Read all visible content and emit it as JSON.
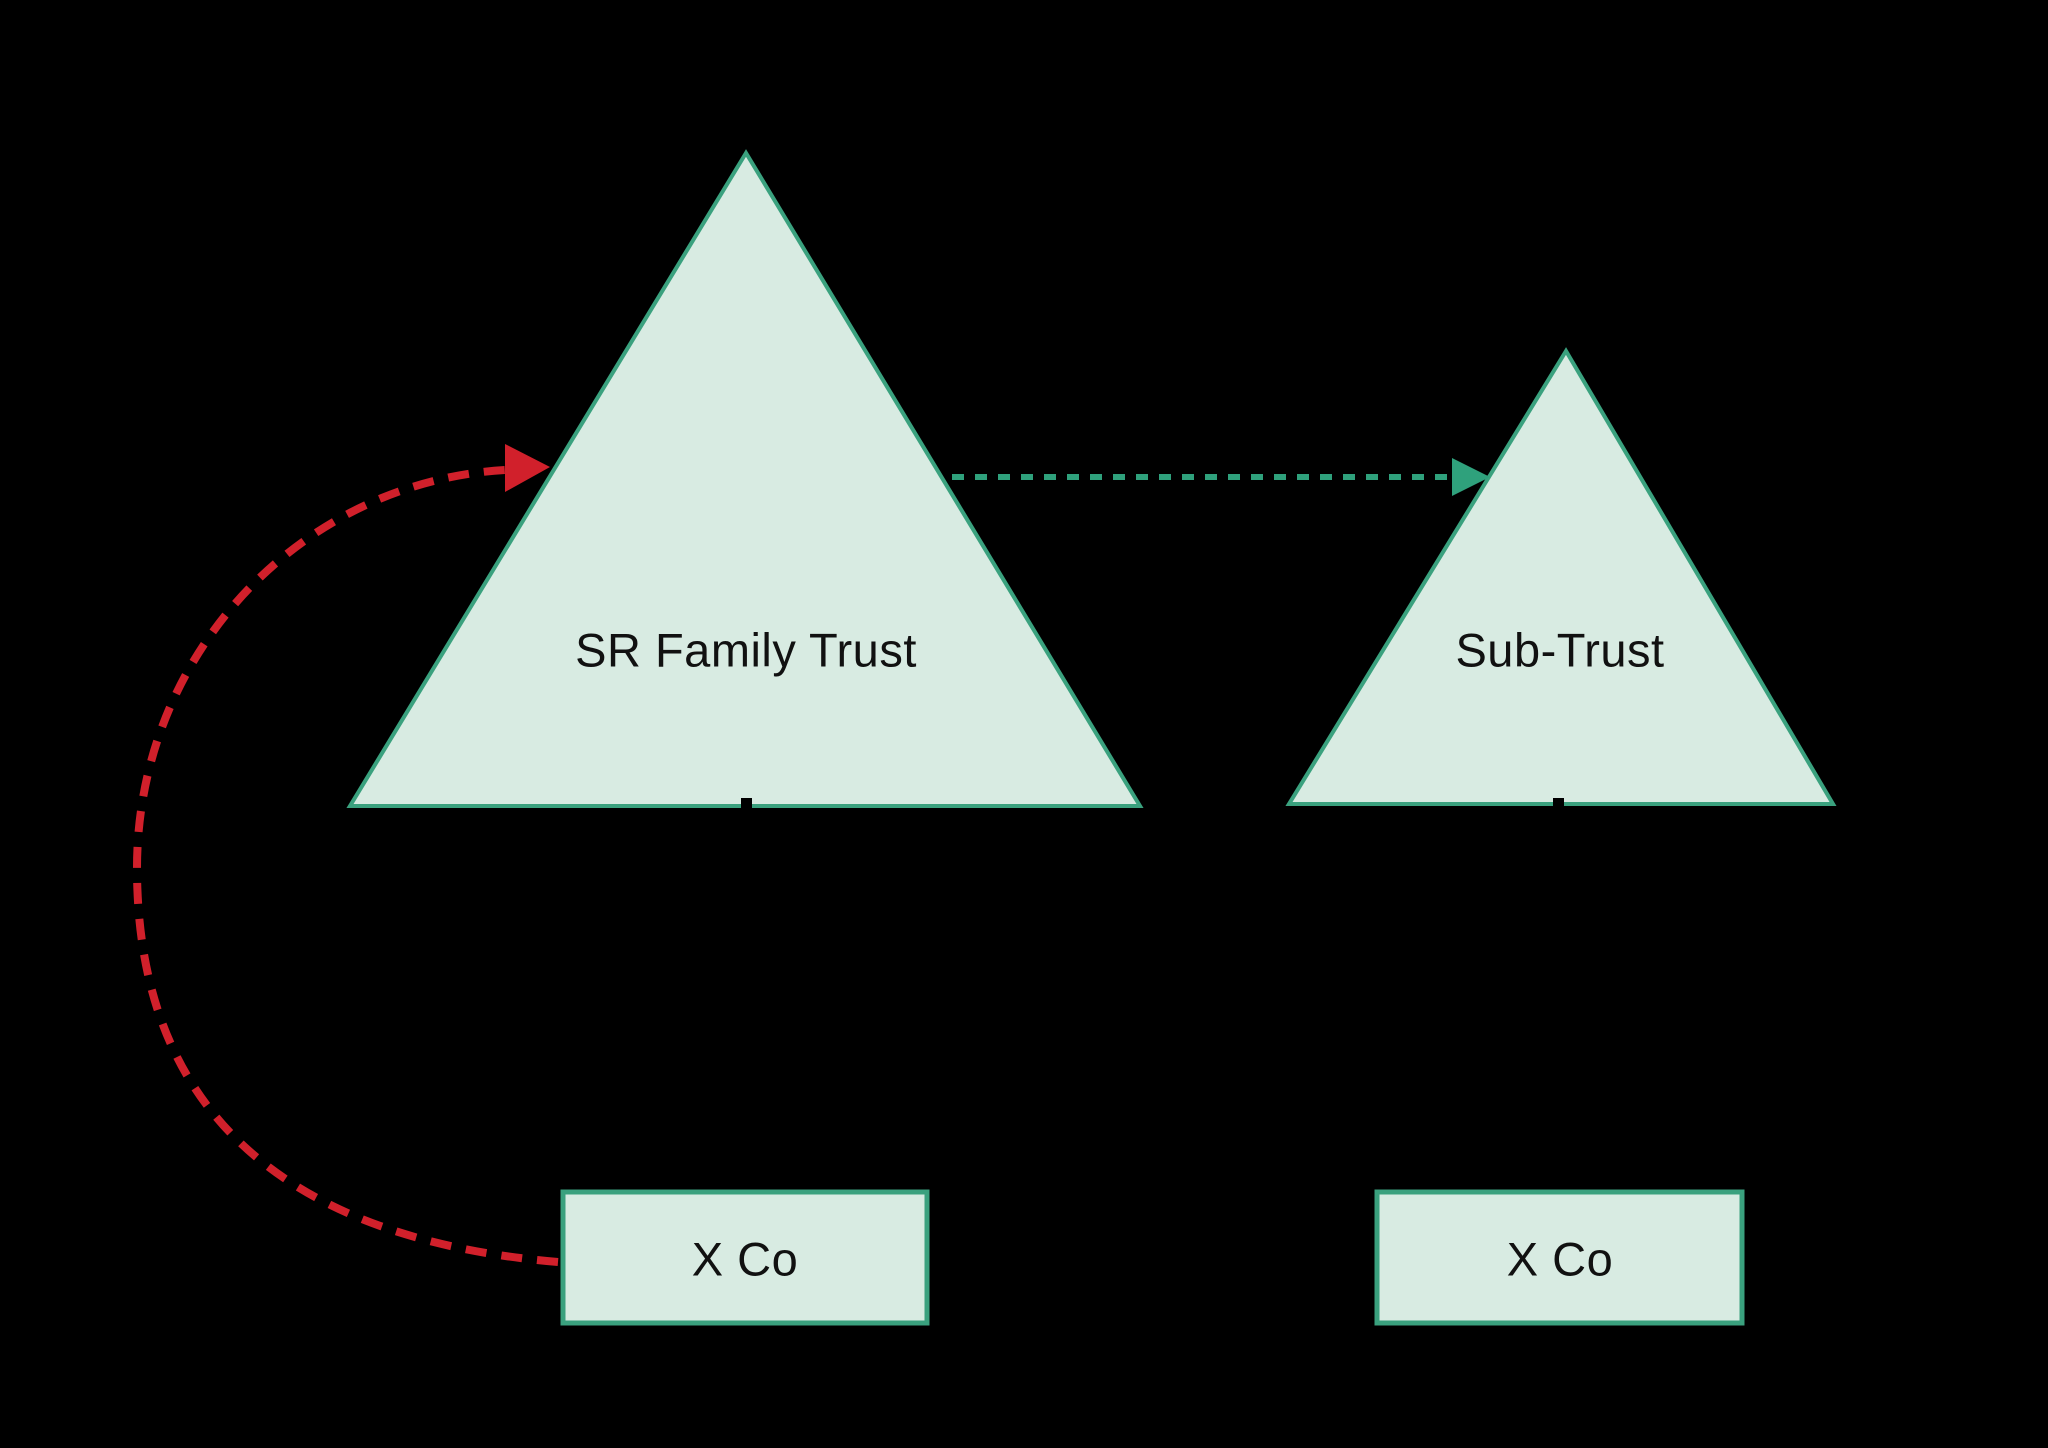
{
  "diagram": {
    "nodes": {
      "sr_family_trust": {
        "label": "SR Family Trust",
        "shape": "triangle"
      },
      "sub_trust": {
        "label": "Sub-Trust",
        "shape": "triangle"
      },
      "x_co_left": {
        "label": "X Co",
        "shape": "rectangle"
      },
      "x_co_right": {
        "label": "X Co",
        "shape": "rectangle"
      }
    },
    "connectors": {
      "red_dashed_arrow": {
        "from": "X Co (left)",
        "to": "SR Family Trust",
        "style": "dashed-curved",
        "color": "#d1202b"
      },
      "teal_dashed_arrow": {
        "from": "SR Family Trust",
        "to": "Sub-Trust",
        "style": "dashed-straight",
        "color": "#2fa17c"
      }
    },
    "colors": {
      "background": "#000000",
      "shape_fill": "#d8ebe2",
      "shape_stroke": "#3aa17e",
      "teal_arrow": "#2fa17c",
      "red_arrow": "#d1202b",
      "label_text": "#111111"
    }
  }
}
